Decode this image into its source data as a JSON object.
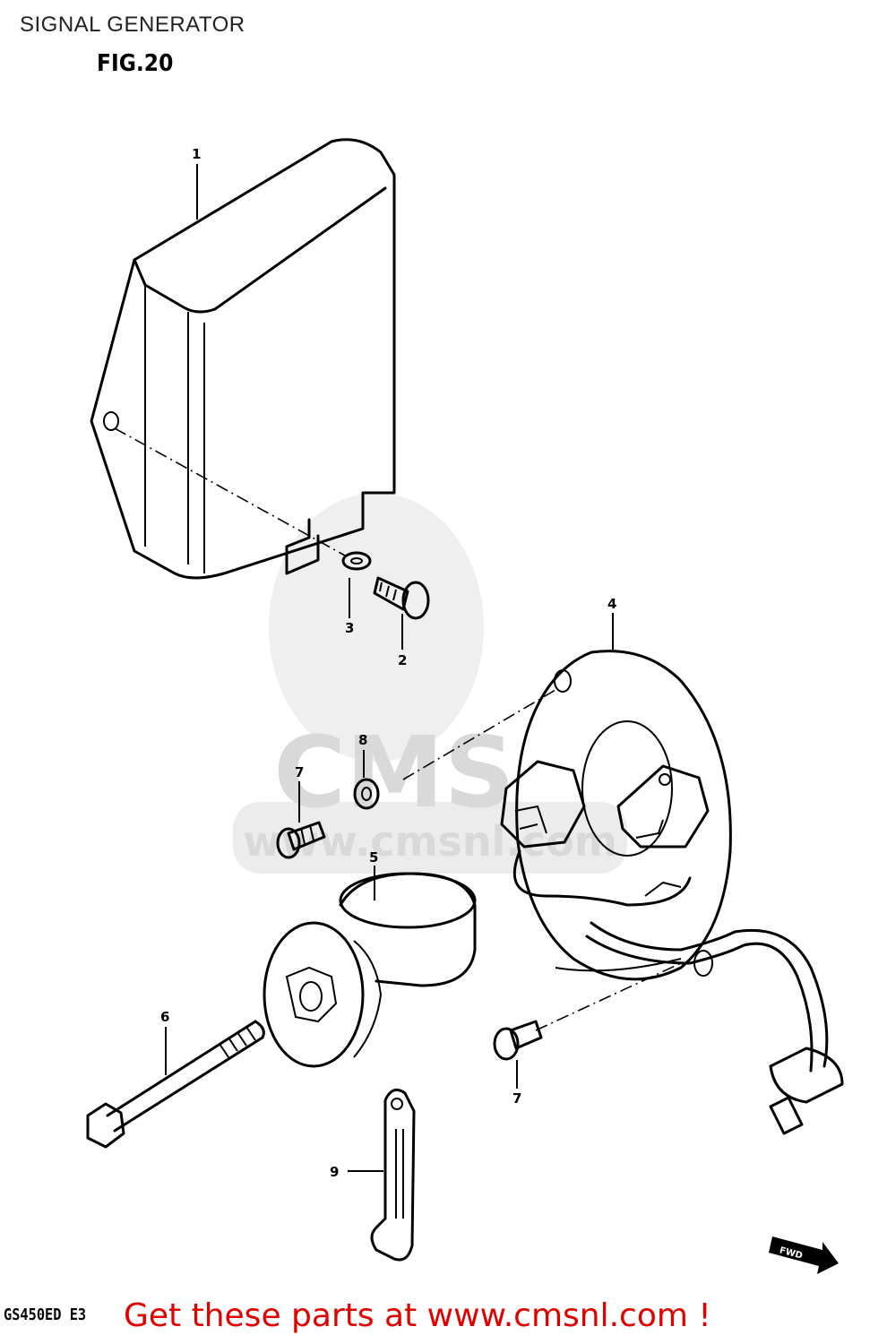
{
  "header": {
    "title": "SIGNAL GENERATOR",
    "figure": "FIG.20"
  },
  "watermark": {
    "logo_text": "CMS",
    "url_text": "www.cmsnl.com"
  },
  "callouts": [
    {
      "id": "1",
      "label": "1"
    },
    {
      "id": "2",
      "label": "2"
    },
    {
      "id": "3",
      "label": "3"
    },
    {
      "id": "4",
      "label": "4"
    },
    {
      "id": "5",
      "label": "5"
    },
    {
      "id": "6",
      "label": "6"
    },
    {
      "id": "7a",
      "label": "7"
    },
    {
      "id": "7b",
      "label": "7"
    },
    {
      "id": "8",
      "label": "8"
    },
    {
      "id": "9",
      "label": "9"
    }
  ],
  "footer": {
    "model": "GS450ED E3",
    "promo": "Get these parts at www.cmsnl.com !"
  },
  "direction_marker": "FWD",
  "colors": {
    "promo": "#e00000",
    "watermark": "#d9d9d9",
    "lines": "#000000"
  }
}
